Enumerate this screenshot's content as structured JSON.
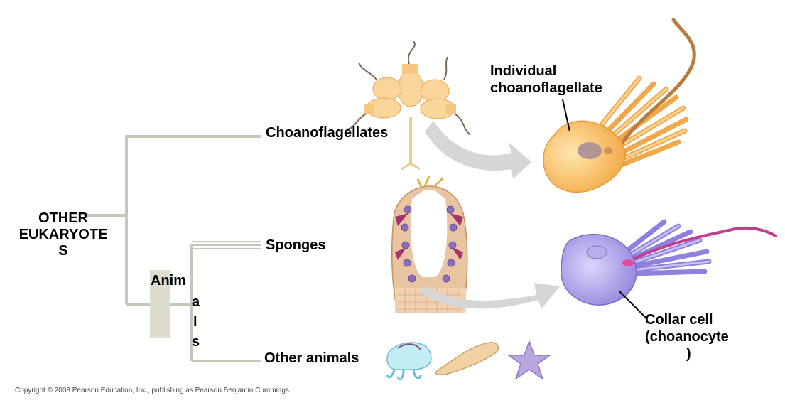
{
  "tree": {
    "root_label_lines": [
      "OTHER",
      "EUKARYOTE",
      "S"
    ],
    "clade_label_lines": [
      "Anim",
      "a",
      "l",
      "s"
    ],
    "branch_color": "#c8c6b8",
    "bar_color": "#dedcce"
  },
  "taxa": {
    "choanoflagellates": "Choanoflagellates",
    "sponges": "Sponges",
    "other_animals": "Other animals"
  },
  "callouts": {
    "individual_lines": [
      "Individual",
      "choanoflagellate"
    ],
    "collar_lines": [
      "Collar cell",
      "(choanocyte",
      ")"
    ]
  },
  "colors": {
    "choano_cell": "#f7b75a",
    "collar_cell": "#9c8fe0",
    "flagellum_pink": "#c0408f",
    "arrow_gray": "#d6d6d6"
  },
  "copyright": "Copyright © 2008 Pearson Education, Inc., publishing as Pearson Benjamin Cummings."
}
